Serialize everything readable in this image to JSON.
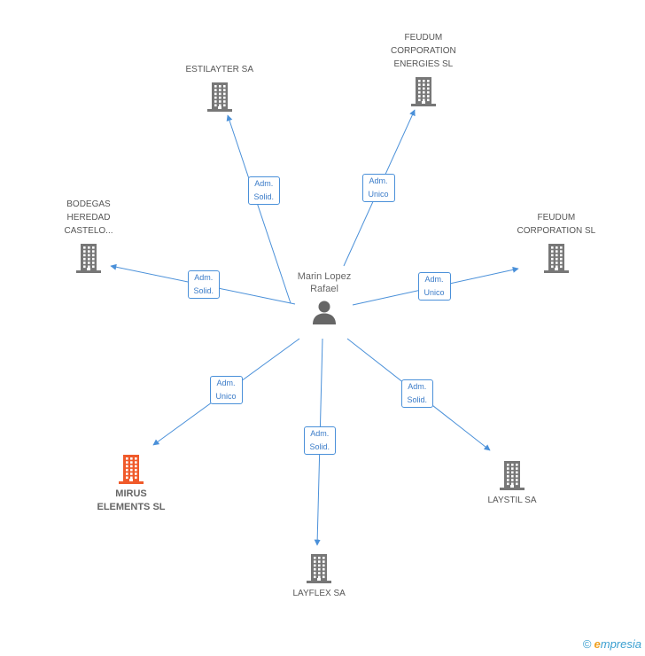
{
  "center": {
    "name": "Marin Lopez\nRafael",
    "icon": "person-icon"
  },
  "companies": [
    {
      "id": "estilayter",
      "name": "ESTILAYTER SA",
      "icon": "building-icon",
      "color": "#777777"
    },
    {
      "id": "feudum-energies",
      "name": "FEUDUM\nCORPORATION\nENERGIES SL",
      "icon": "building-icon",
      "color": "#777777"
    },
    {
      "id": "bodegas",
      "name": "BODEGAS\nHEREDAD\nCASTELO...",
      "icon": "building-icon",
      "color": "#777777"
    },
    {
      "id": "feudum-corp",
      "name": "FEUDUM\nCORPORATION SL",
      "icon": "building-icon",
      "color": "#777777"
    },
    {
      "id": "mirus",
      "name": "MIRUS\nELEMENTS SL",
      "icon": "building-icon",
      "color": "#f05a2a",
      "highlight": true
    },
    {
      "id": "laystil",
      "name": "LAYSTIL SA",
      "icon": "building-icon",
      "color": "#777777"
    },
    {
      "id": "layflex",
      "name": "LAYFLEX SA",
      "icon": "building-icon",
      "color": "#777777"
    }
  ],
  "relations": [
    {
      "to": "estilayter",
      "label": "Adm.\nSolid."
    },
    {
      "to": "feudum-energies",
      "label": "Adm.\nUnico"
    },
    {
      "to": "bodegas",
      "label": "Adm.\nSolid."
    },
    {
      "to": "feudum-corp",
      "label": "Adm.\nUnico"
    },
    {
      "to": "mirus",
      "label": "Adm.\nUnico"
    },
    {
      "to": "laystil",
      "label": "Adm.\nSolid."
    },
    {
      "to": "layflex",
      "label": "Adm.\nSolid."
    }
  ],
  "colors": {
    "edge": "#4a90d9",
    "node": "#777777",
    "highlight": "#f05a2a"
  },
  "brand": {
    "copyright": "©",
    "name": "mpresia",
    "initial": "e"
  }
}
